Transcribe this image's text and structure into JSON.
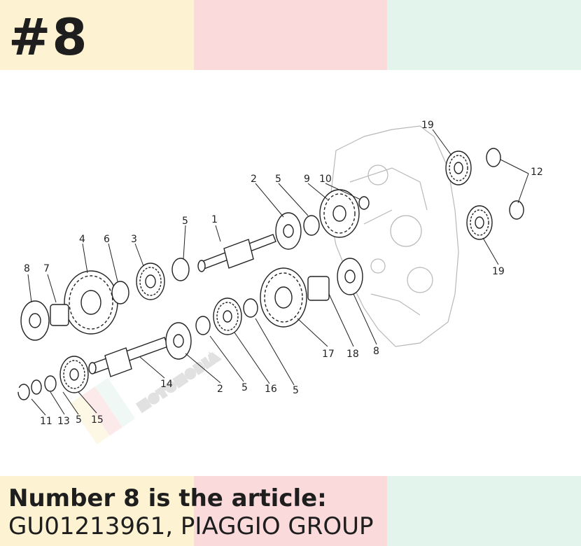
{
  "header": {
    "title": "#8"
  },
  "caption": {
    "line1": "Number 8 is the article:",
    "line2": "GU01213961, PIAGGIO GROUP"
  },
  "watermark": {
    "text": "MOTOMOBIA"
  },
  "colors": {
    "band_yellow": "#fdf3d3",
    "band_pink": "#fadadb",
    "band_green": "#e2f4ec",
    "text": "#1e1e1e"
  },
  "diagram": {
    "callouts": [
      "1",
      "2",
      "2",
      "3",
      "4",
      "5",
      "5",
      "5",
      "5",
      "5",
      "6",
      "7",
      "8",
      "8",
      "9",
      "10",
      "11",
      "12",
      "13",
      "14",
      "15",
      "16",
      "17",
      "18",
      "19",
      "19"
    ]
  }
}
